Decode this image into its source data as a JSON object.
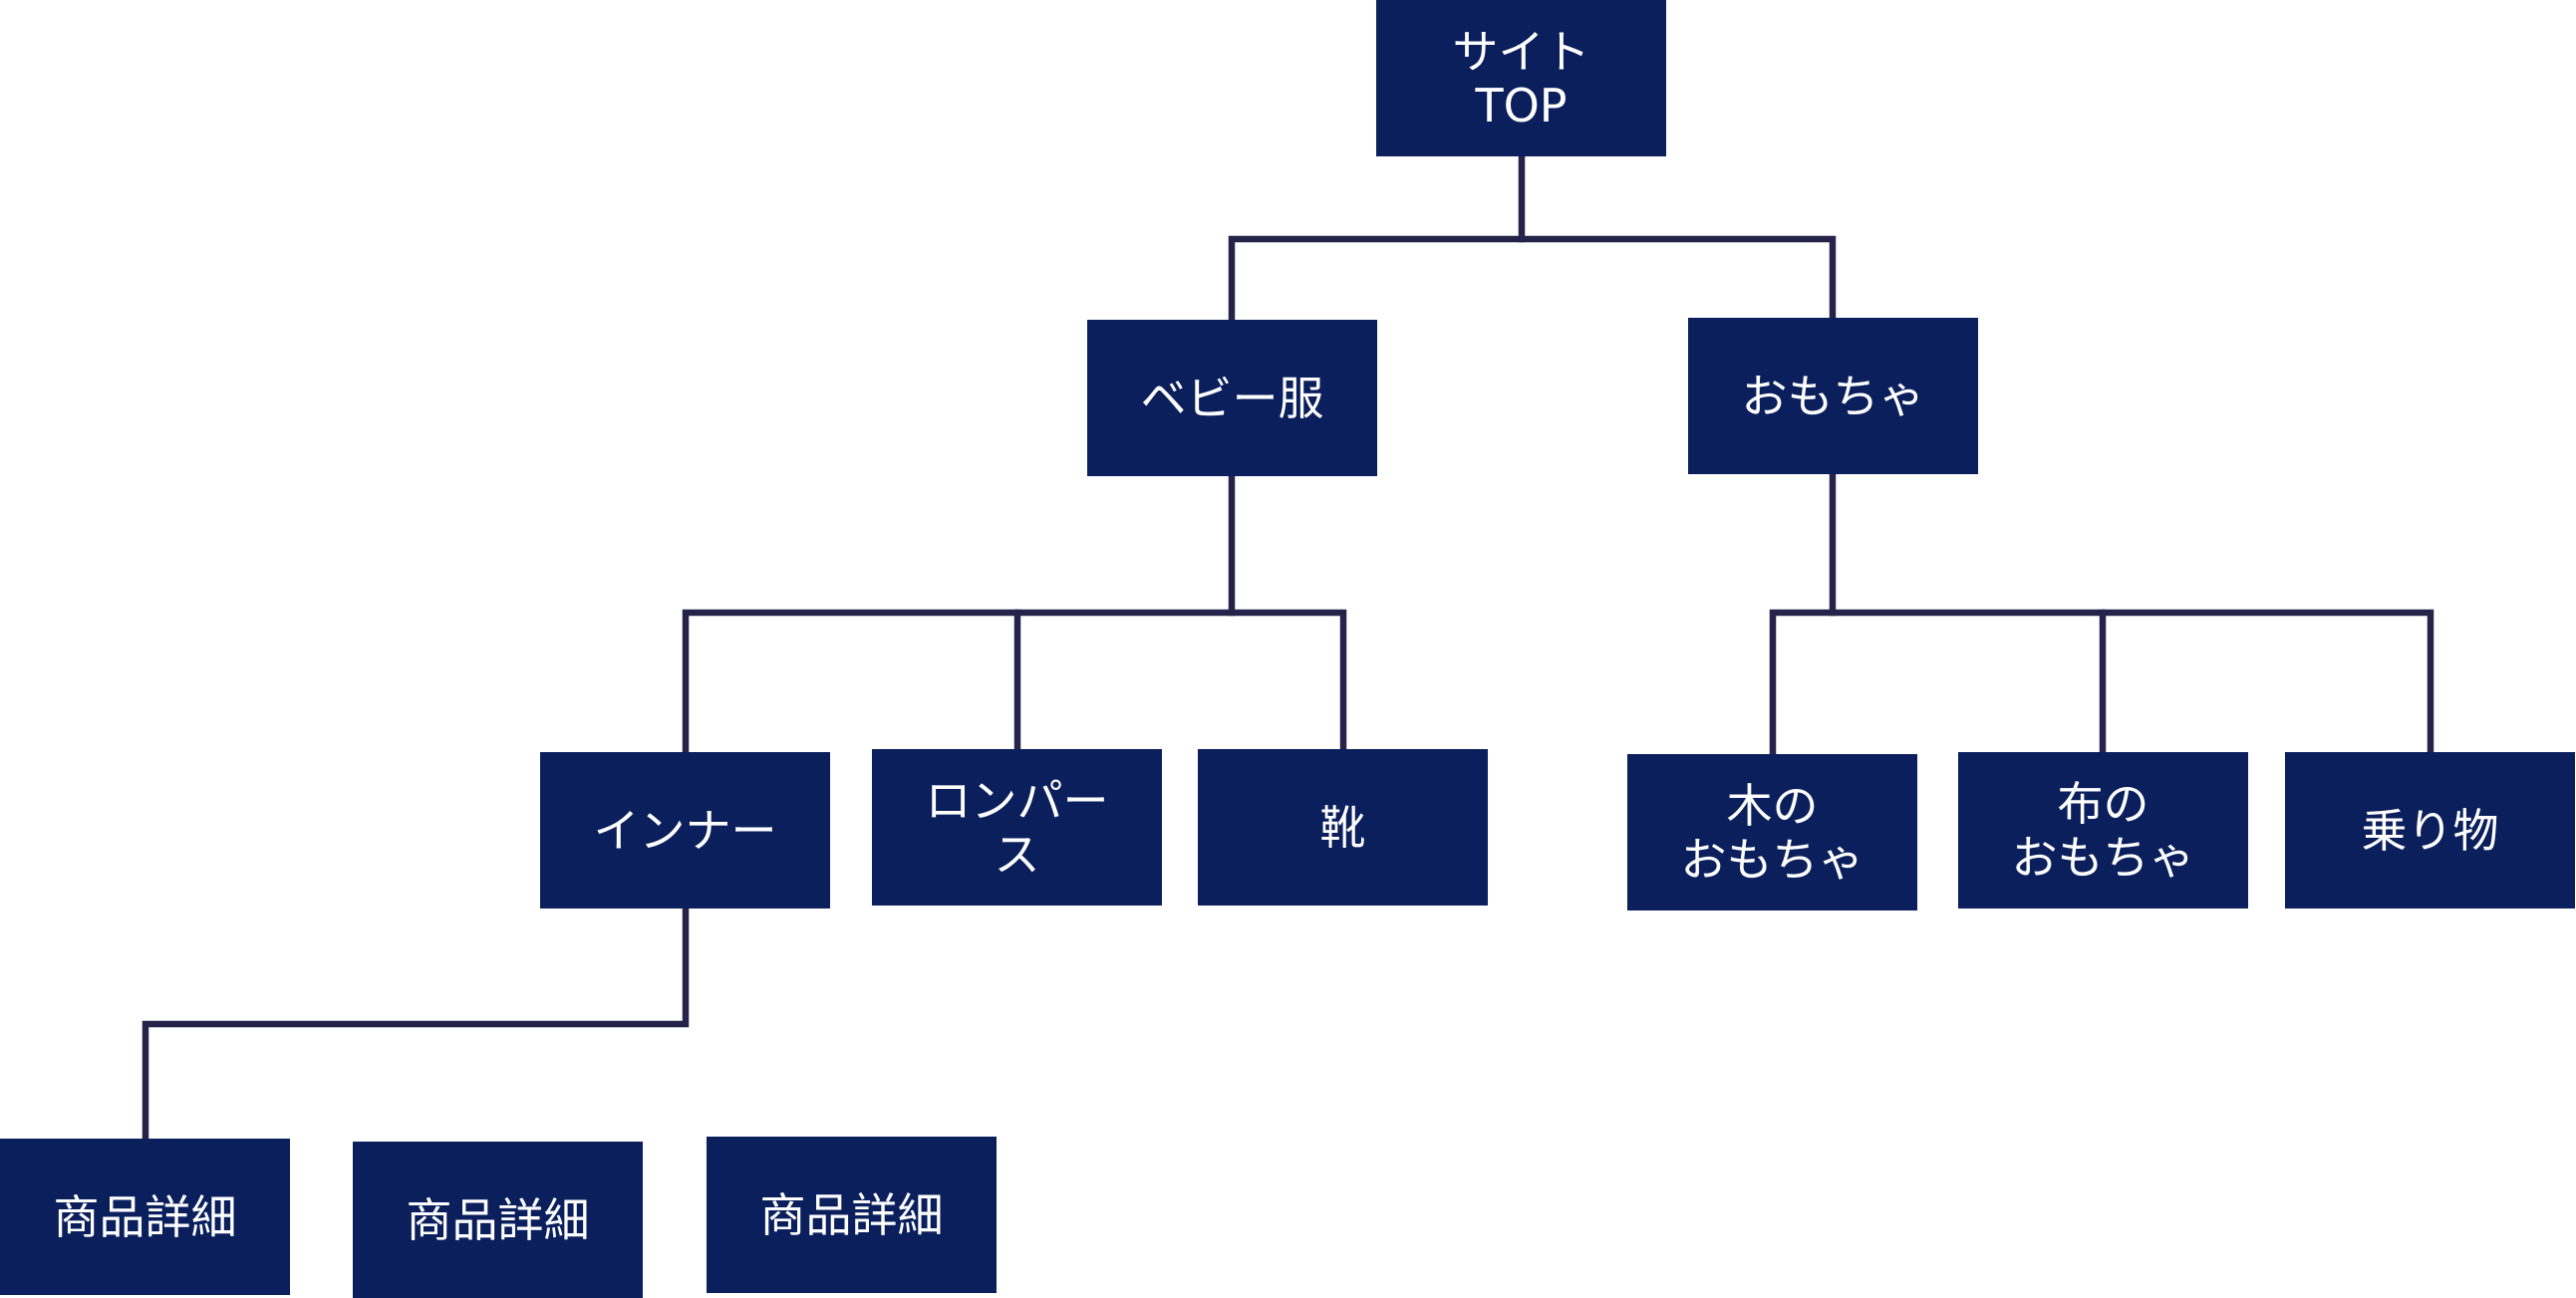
{
  "colors": {
    "node_fill": "#0a1f5c",
    "node_text": "#ffffff",
    "connector": "#26234a",
    "background": "#ffffff"
  },
  "nodes": {
    "top": "サイト\nTOP",
    "baby_clothes": "ベビー服",
    "toys": "おもちゃ",
    "inner": "インナー",
    "rompers": "ロンパー\nス",
    "shoes": "靴",
    "wooden_toys": "木の\nおもちゃ",
    "cloth_toys": "布の\nおもちゃ",
    "ride_on": "乗り物",
    "product_detail_1": "商品詳細",
    "product_detail_2": "商品詳細",
    "product_detail_3": "商品詳細"
  }
}
